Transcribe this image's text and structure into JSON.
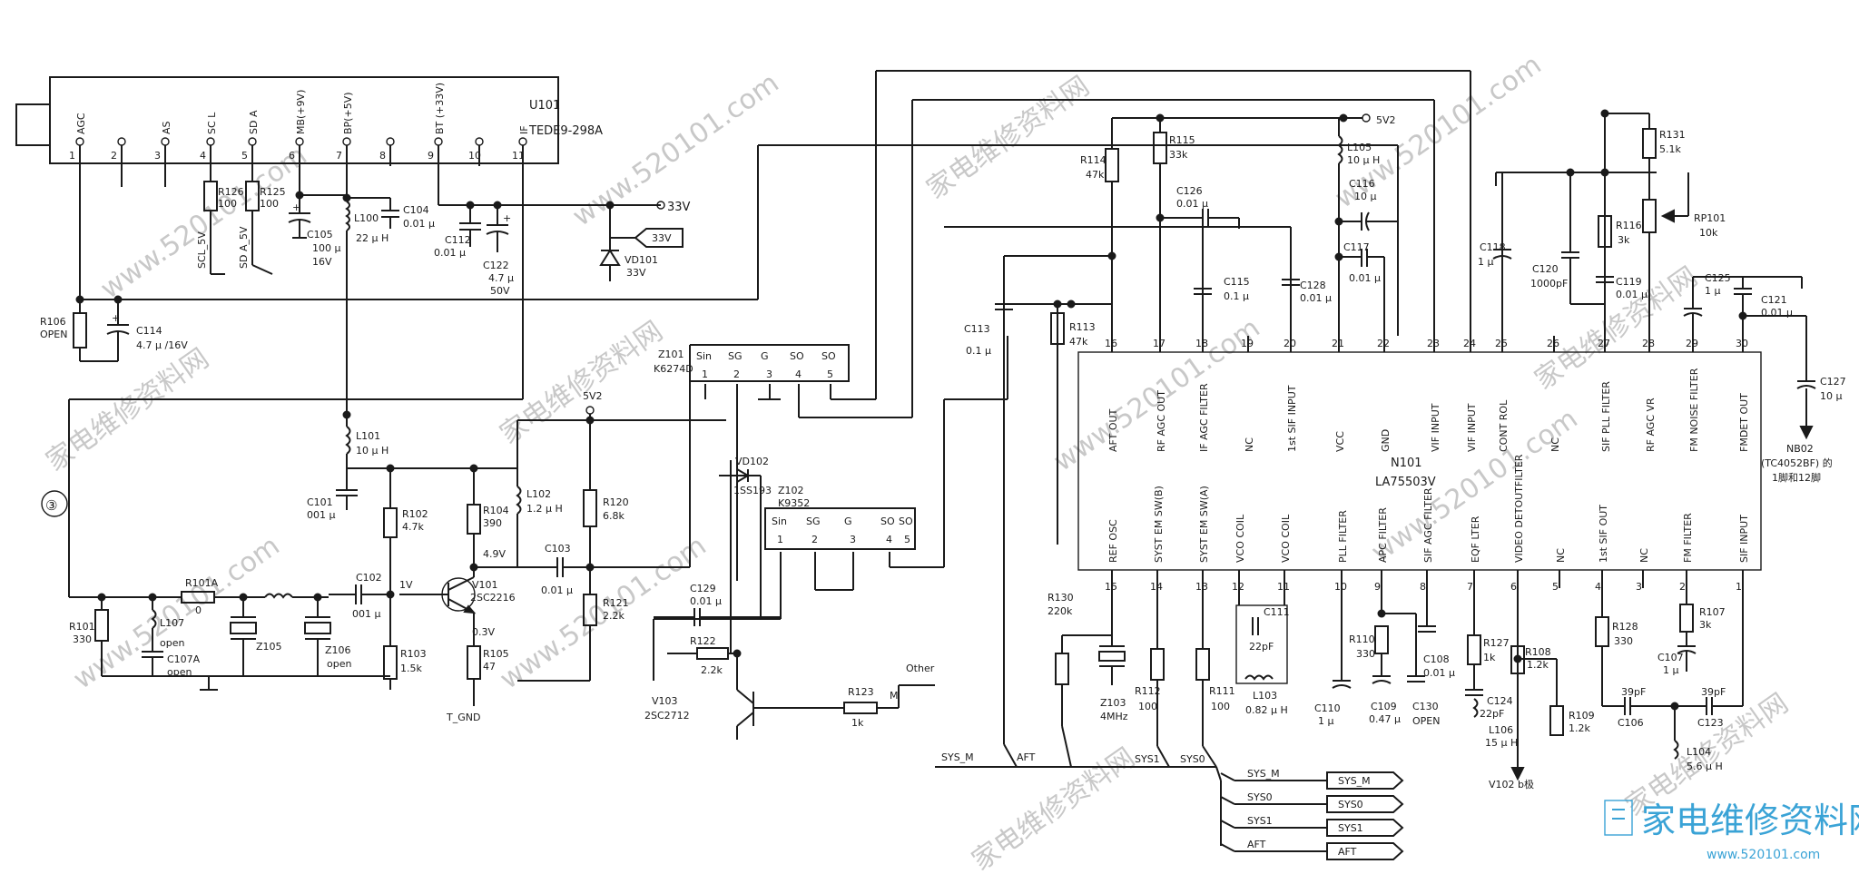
{
  "tuner": {
    "ref": "U101",
    "model": "TEDE9-298A",
    "pins": [
      {
        "num": "1",
        "label": "AGC"
      },
      {
        "num": "2",
        "label": ""
      },
      {
        "num": "3",
        "label": "AS"
      },
      {
        "num": "4",
        "label": "SC L"
      },
      {
        "num": "5",
        "label": "SD A"
      },
      {
        "num": "6",
        "label": "MB(+9V)"
      },
      {
        "num": "7",
        "label": "BP(+5V)"
      },
      {
        "num": "8",
        "label": ""
      },
      {
        "num": "9",
        "label": "BT (+33V)"
      },
      {
        "num": "10",
        "label": ""
      },
      {
        "num": "11",
        "label": "IF"
      }
    ]
  },
  "ic_n101": {
    "ref": "N101",
    "part": "LA75503V",
    "top_pins": [
      {
        "num": "16",
        "label": "AFT OUT"
      },
      {
        "num": "17",
        "label": "RF AGC OUT"
      },
      {
        "num": "18",
        "label": "IF AGC FILTER"
      },
      {
        "num": "19",
        "label": "NC"
      },
      {
        "num": "20",
        "label": "1st SIF INPUT"
      },
      {
        "num": "21",
        "label": "VCC"
      },
      {
        "num": "22",
        "label": "GND"
      },
      {
        "num": "23",
        "label": "VIF INPUT"
      },
      {
        "num": "24",
        "label": "VIF INPUT"
      },
      {
        "num": "25",
        "label": "CONT ROL"
      },
      {
        "num": "26",
        "label": "NC"
      },
      {
        "num": "27",
        "label": "SIF PLL FILTER"
      },
      {
        "num": "28",
        "label": "RF AGC VR"
      },
      {
        "num": "29",
        "label": "FM NOISE FILTER"
      },
      {
        "num": "30",
        "label": "FMDET OUT"
      }
    ],
    "bottom_pins": [
      {
        "num": "15",
        "label": "REF OSC"
      },
      {
        "num": "14",
        "label": "SYST EM SW(B)"
      },
      {
        "num": "13",
        "label": "SYST EM SW(A)"
      },
      {
        "num": "12",
        "label": "VCO COIL"
      },
      {
        "num": "11",
        "label": "VCO COIL"
      },
      {
        "num": "10",
        "label": "PLL FILTER"
      },
      {
        "num": "9",
        "label": "APC FILTER"
      },
      {
        "num": "8",
        "label": "SIF AGC FILTER"
      },
      {
        "num": "7",
        "label": "EQF LTER"
      },
      {
        "num": "6",
        "label": "VIDEO DETOUTFILTER"
      },
      {
        "num": "5",
        "label": "NC"
      },
      {
        "num": "4",
        "label": "1st SIF OUT"
      },
      {
        "num": "3",
        "label": "NC"
      },
      {
        "num": "2",
        "label": "FM FILTER"
      },
      {
        "num": "1",
        "label": "SIF INPUT"
      }
    ]
  },
  "saw_z101": {
    "ref": "Z101",
    "part": "K6274D",
    "pins": [
      "Sin",
      "SG",
      "G",
      "SO",
      "SO"
    ],
    "nums": [
      "1",
      "2",
      "3",
      "4",
      "5"
    ]
  },
  "saw_z102": {
    "ref": "Z102",
    "part": "K9352",
    "pins": [
      "Sin",
      "SG",
      "G",
      "SO",
      "SO"
    ],
    "nums": [
      "1",
      "2",
      "3",
      "4",
      "5"
    ]
  },
  "components": {
    "R126": {
      "ref": "R126",
      "value": "100"
    },
    "R125": {
      "ref": "R125",
      "value": "100"
    },
    "C105": {
      "ref": "C105",
      "value1": "100 μ",
      "value2": "16V"
    },
    "L100": {
      "ref": "L100",
      "value": "22 μ H"
    },
    "C104": {
      "ref": "C104",
      "value": "0.01 μ"
    },
    "C112": {
      "ref": "C112",
      "value": "0.01 μ"
    },
    "C122": {
      "ref": "C122",
      "value1": "4.7 μ",
      "value2": "50V"
    },
    "VD101": {
      "ref": "VD101",
      "value": "33V"
    },
    "R106": {
      "ref": "R106",
      "value": "OPEN"
    },
    "C114": {
      "ref": "C114",
      "value": "4.7 μ /16V"
    },
    "L101": {
      "ref": "L101",
      "value": "10 μ H"
    },
    "C101": {
      "ref": "C101",
      "value": "001 μ"
    },
    "R102": {
      "ref": "R102",
      "value": "4.7k"
    },
    "R104": {
      "ref": "R104",
      "value": "390"
    },
    "L102": {
      "ref": "L102",
      "value": "1.2 μ H"
    },
    "R120": {
      "ref": "R120",
      "value": "6.8k"
    },
    "R121": {
      "ref": "R121",
      "value": "2.2k"
    },
    "C103": {
      "ref": "C103",
      "value": "0.01 μ"
    },
    "C102": {
      "ref": "C102",
      "value": "001 μ"
    },
    "V101": {
      "ref": "V101",
      "value": "2SC2216"
    },
    "R103": {
      "ref": "R103",
      "value": "1.5k"
    },
    "R105": {
      "ref": "R105",
      "value": "47"
    },
    "R101": {
      "ref": "R101",
      "value": "330"
    },
    "L107": {
      "ref": "L107",
      "value": "open"
    },
    "C107A": {
      "ref": "C107A",
      "value": "open"
    },
    "R101A": {
      "ref": "R101A",
      "value": "0"
    },
    "Z105": {
      "ref": "Z105",
      "value": ""
    },
    "Z106": {
      "ref": "Z106",
      "value": "open"
    },
    "VD102": {
      "ref": "VD102",
      "value": "1SS193"
    },
    "C129": {
      "ref": "C129",
      "value": "0.01 μ"
    },
    "R122": {
      "ref": "R122",
      "value": "2.2k"
    },
    "V103": {
      "ref": "V103",
      "value": "2SC2712"
    },
    "R123": {
      "ref": "R123",
      "value": "1k"
    },
    "R114": {
      "ref": "R114",
      "value": "47k"
    },
    "R115": {
      "ref": "R115",
      "value": "33k"
    },
    "C126": {
      "ref": "C126",
      "value": "0.01 μ"
    },
    "L105": {
      "ref": "L105",
      "value": "10 μ H"
    },
    "C116": {
      "ref": "C116",
      "value": "10 μ"
    },
    "C117": {
      "ref": "C117",
      "value": "0.01 μ"
    },
    "C115": {
      "ref": "C115",
      "value": "0.1 μ"
    },
    "C128": {
      "ref": "C128",
      "value": "0.01 μ"
    },
    "C113": {
      "ref": "C113",
      "value": "0.1 μ"
    },
    "R113": {
      "ref": "R113",
      "value": "47k"
    },
    "C118": {
      "ref": "C118",
      "value": "1 μ"
    },
    "C120": {
      "ref": "C120",
      "value": "1000pF"
    },
    "R131": {
      "ref": "R131",
      "value": "5.1k"
    },
    "R116": {
      "ref": "R116",
      "value": "3k"
    },
    "RP101": {
      "ref": "RP101",
      "value": "10k"
    },
    "C119": {
      "ref": "C119",
      "value": "0.01 μ"
    },
    "C125": {
      "ref": "C125",
      "value": "1 μ"
    },
    "C121": {
      "ref": "C121",
      "value": "0.01 μ"
    },
    "C127": {
      "ref": "C127",
      "value": "10 μ"
    },
    "R130": {
      "ref": "R130",
      "value": "220k"
    },
    "Z103": {
      "ref": "Z103",
      "value": "4MHz"
    },
    "R112": {
      "ref": "R112",
      "value": "100"
    },
    "R111": {
      "ref": "R111",
      "value": "100"
    },
    "C111": {
      "ref": "C111",
      "value": "22pF"
    },
    "L103": {
      "ref": "L103",
      "value": "0.82 μ H"
    },
    "C110": {
      "ref": "C110",
      "value": "1 μ"
    },
    "R110": {
      "ref": "R110",
      "value": "330"
    },
    "C109": {
      "ref": "C109",
      "value": "0.47 μ"
    },
    "C130": {
      "ref": "C130",
      "value": "OPEN"
    },
    "C108": {
      "ref": "C108",
      "value": "0.01 μ"
    },
    "R127": {
      "ref": "R127",
      "value": "1k"
    },
    "C124": {
      "ref": "C124",
      "value": "22pF"
    },
    "L106": {
      "ref": "L106",
      "value": "15 μ H"
    },
    "R108": {
      "ref": "R108",
      "value": "1.2k"
    },
    "R109": {
      "ref": "R109",
      "value": "1.2k"
    },
    "R128": {
      "ref": "R128",
      "value": "330"
    },
    "C106": {
      "ref": "C106",
      "value": "39pF"
    },
    "R107": {
      "ref": "R107",
      "value": "3k"
    },
    "C107": {
      "ref": "C107",
      "value": "1 μ"
    },
    "C123": {
      "ref": "C123",
      "value": "39pF"
    },
    "L104": {
      "ref": "L104",
      "value": "5.6 μ H"
    }
  },
  "labels": {
    "scl_5v": "SCL_5V",
    "sda_5v": "SD A_5V",
    "v33": "33V",
    "v33_box": "33V",
    "v5v2_left": "5V2",
    "v5v2_right": "5V2",
    "volt_1v": "1V",
    "volt_49v": "4.9V",
    "volt_03v": "0.3V",
    "tgnd": "T_GND",
    "other": "Other",
    "m": "M",
    "circled3": "③",
    "nb02_line1": "NB02",
    "nb02_line2": "(TC4052BF) 的",
    "nb02_line3": "1脚和12脚",
    "v102": "V102 b极",
    "sys_m": "SYS_M",
    "aft": "AFT",
    "sys1": "SYS1",
    "sys0": "SYS0"
  },
  "connectors": [
    {
      "wire": "SYS_M",
      "box": "SYS_M"
    },
    {
      "wire": "SYS0",
      "box": "SYS0"
    },
    {
      "wire": "SYS1",
      "box": "SYS1"
    },
    {
      "wire": "AFT",
      "box": "AFT"
    }
  ],
  "watermarks": {
    "site": "www.520101.com",
    "cn": "家电维修资料网"
  },
  "logo": {
    "text": "家电维修资料网",
    "sub": "www.520101.com"
  }
}
